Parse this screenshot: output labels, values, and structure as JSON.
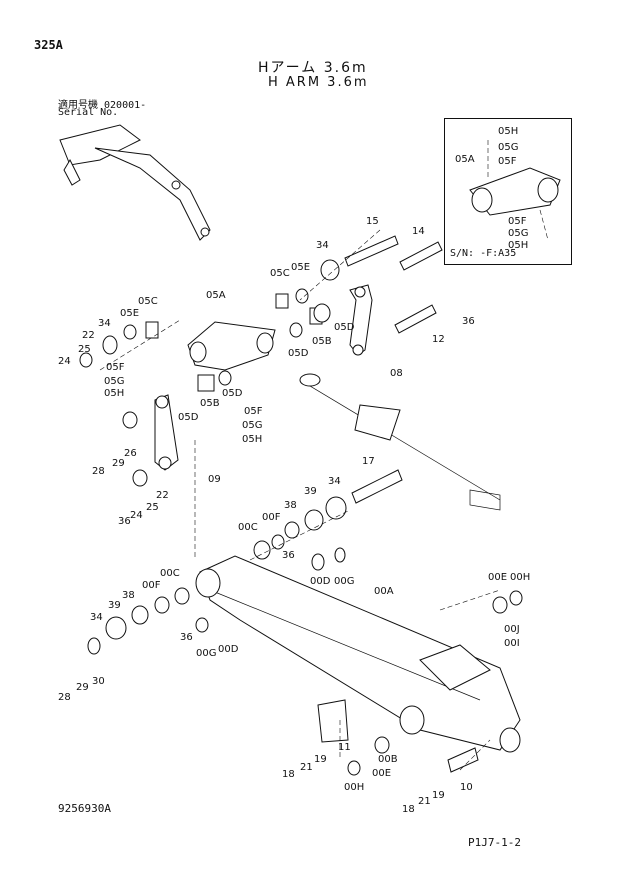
{
  "header": {
    "model": "325A",
    "title_jp": "Hアーム 3.6m",
    "title_en": "H ARM 3.6m",
    "serial_jp": "適用号機 020001-",
    "serial_en": "Serial No."
  },
  "inset": {
    "snote": "S/N: -F:A35",
    "labels": [
      "05H",
      "05G",
      "05F",
      "05A",
      "05F",
      "05G",
      "05H"
    ]
  },
  "callouts": [
    "15",
    "14",
    "34",
    "05E",
    "05C",
    "36",
    "12",
    "05A",
    "05C",
    "05E",
    "05D",
    "05B",
    "05D",
    "08",
    "22",
    "34",
    "25",
    "24",
    "05F",
    "05G",
    "05H",
    "05B",
    "05D",
    "05D",
    "05F",
    "05G",
    "05H",
    "26",
    "28",
    "29",
    "09",
    "22",
    "36",
    "24",
    "25",
    "17",
    "34",
    "39",
    "38",
    "00F",
    "00C",
    "36",
    "00D",
    "00G",
    "00A",
    "00C",
    "00F",
    "38",
    "39",
    "34",
    "36",
    "00G",
    "00D",
    "00E",
    "00H",
    "00J",
    "00I",
    "28",
    "29",
    "30",
    "11",
    "19",
    "18",
    "21",
    "00H",
    "00E",
    "00B",
    "10",
    "19",
    "21",
    "18"
  ],
  "footer": {
    "code": "9256930A",
    "page": "P1J7-1-2"
  }
}
